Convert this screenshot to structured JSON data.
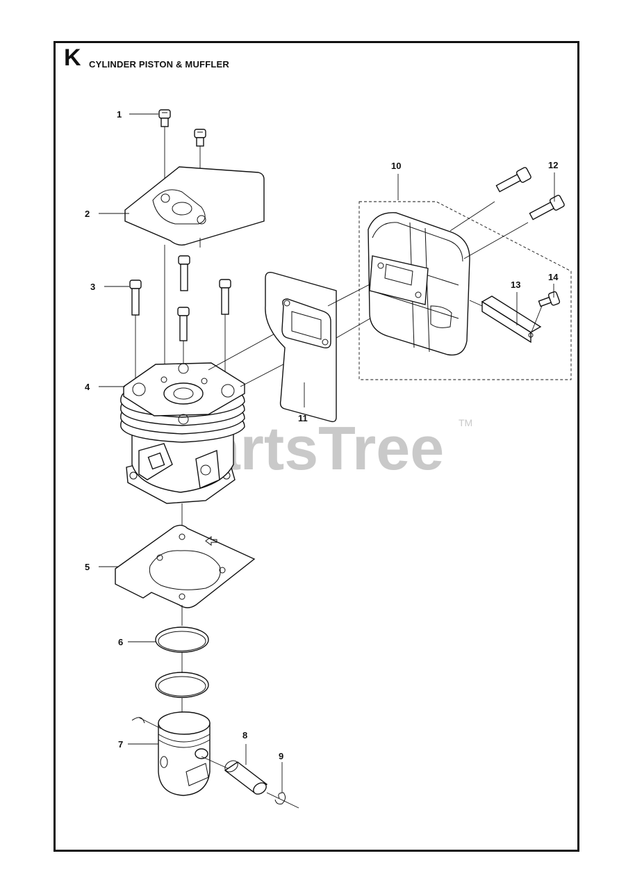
{
  "section": {
    "letter": "K",
    "title": "CYLINDER PISTON & MUFFLER"
  },
  "watermark": {
    "text": "PartsTree",
    "trademark": "TM",
    "color": "#c9c9c9"
  },
  "callouts": [
    "1",
    "2",
    "3",
    "4",
    "5",
    "6",
    "7",
    "8",
    "9",
    "10",
    "11",
    "12",
    "13",
    "14"
  ]
}
